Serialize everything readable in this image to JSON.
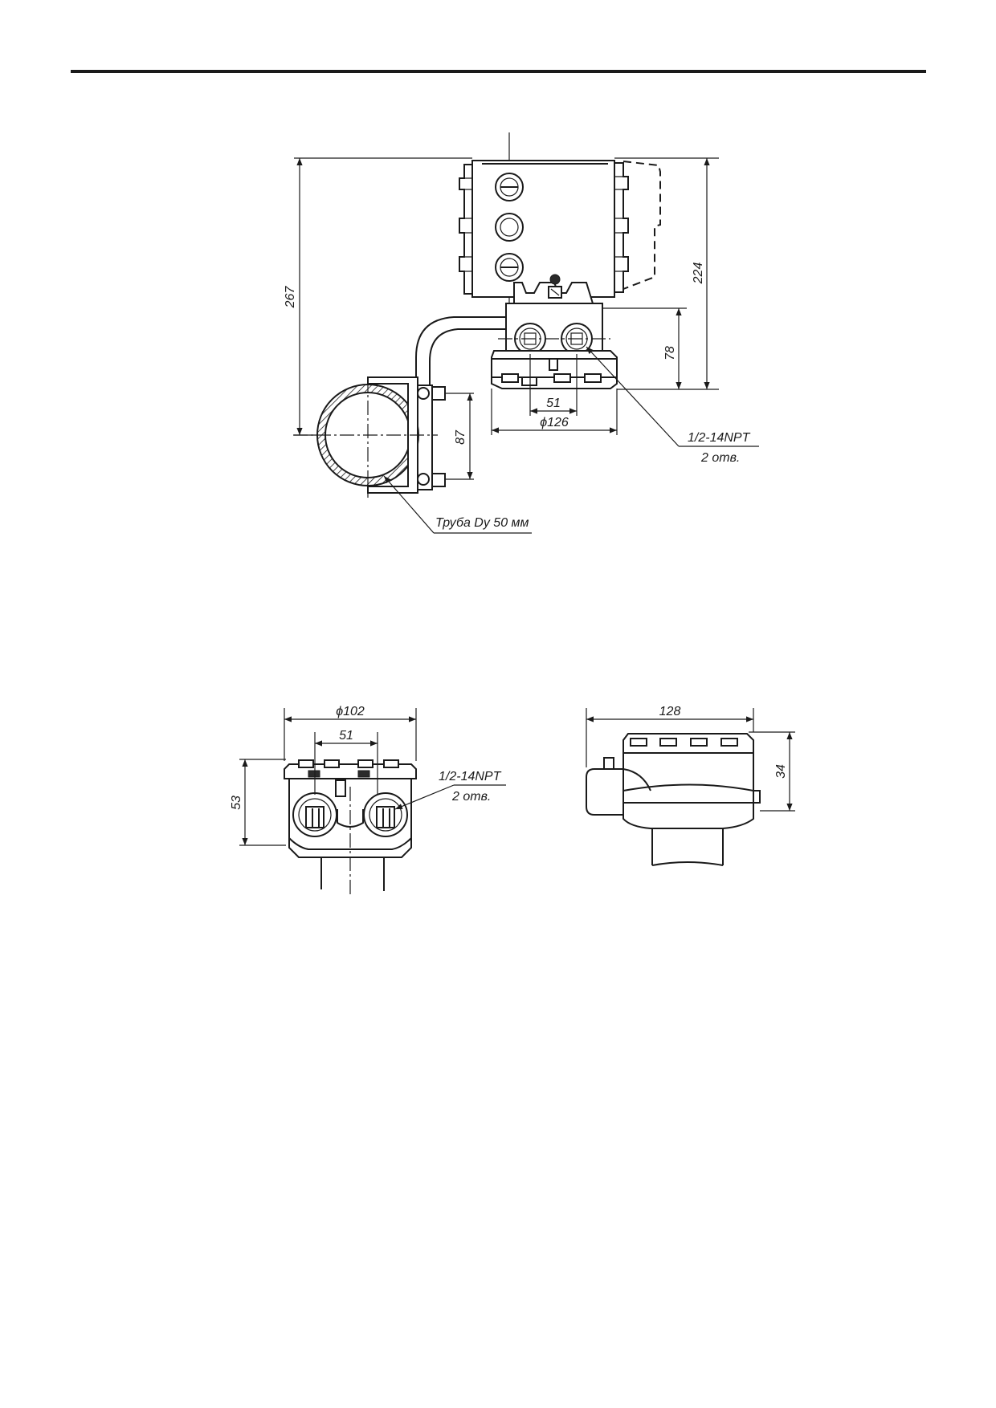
{
  "views": {
    "side": {
      "dims": {
        "overall_height": "267",
        "housing_height": "224",
        "flange_height": "78",
        "bracket_spacing": "87",
        "port_spacing": "51",
        "flange_diameter": "ϕ126"
      },
      "callouts": {
        "port_thread": "1/2-14NPT",
        "port_count": "2 отв.",
        "pipe_label": "Труба Dy 50 мм"
      }
    },
    "flange_front": {
      "dims": {
        "width": "ϕ102",
        "port_spacing": "51",
        "height": "53"
      },
      "callouts": {
        "port_thread": "1/2-14NPT",
        "port_count": "2 отв."
      }
    },
    "flange_side": {
      "dims": {
        "width": "128",
        "height": "34"
      }
    }
  }
}
